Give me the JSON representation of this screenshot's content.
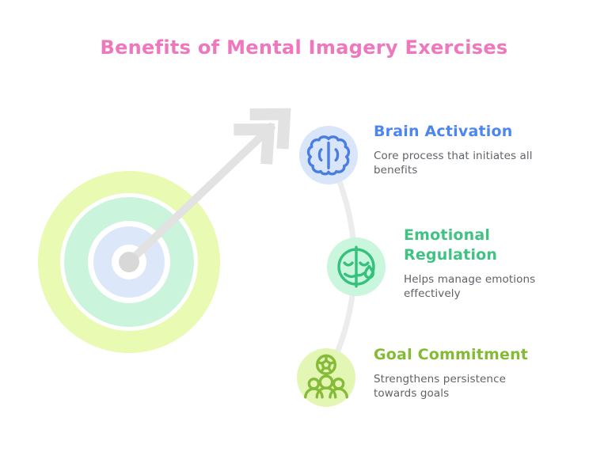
{
  "title": {
    "text": "Benefits of Mental Imagery Exercises",
    "color": "#ee77bd"
  },
  "items": [
    {
      "heading": "Brain Activation",
      "description": "Core process that initiates all benefits",
      "accent_color": "#4c86ee",
      "bubble_color": "#d9e5f9",
      "icon": "brain-icon",
      "icon_color": "#4a7de4"
    },
    {
      "heading": "Emotional Regulation",
      "description": "Helps manage emotions effectively",
      "accent_color": "#3fc383",
      "bubble_color": "#c9f6dc",
      "icon": "calm-face-tear-icon",
      "icon_color": "#35c17c"
    },
    {
      "heading": "Goal Commitment",
      "description": "Strengthens persistence towards goals",
      "accent_color": "#84bb35",
      "bubble_color": "#e4f6b4",
      "icon": "soccer-ball-team-icon",
      "icon_color": "#86bb3a"
    }
  ],
  "illustration": {
    "name": "target-with-arrow",
    "ring_colors": {
      "outer": "#e9fab2",
      "middle": "#cbf4dc",
      "inner": "#dce8fa"
    },
    "arrow_color": "#e2e2e2",
    "bullseye_dot_color": "#d8d8d8"
  },
  "connector_color": "#ececec",
  "text_color": "#5f6368",
  "background_color": "#ffffff"
}
